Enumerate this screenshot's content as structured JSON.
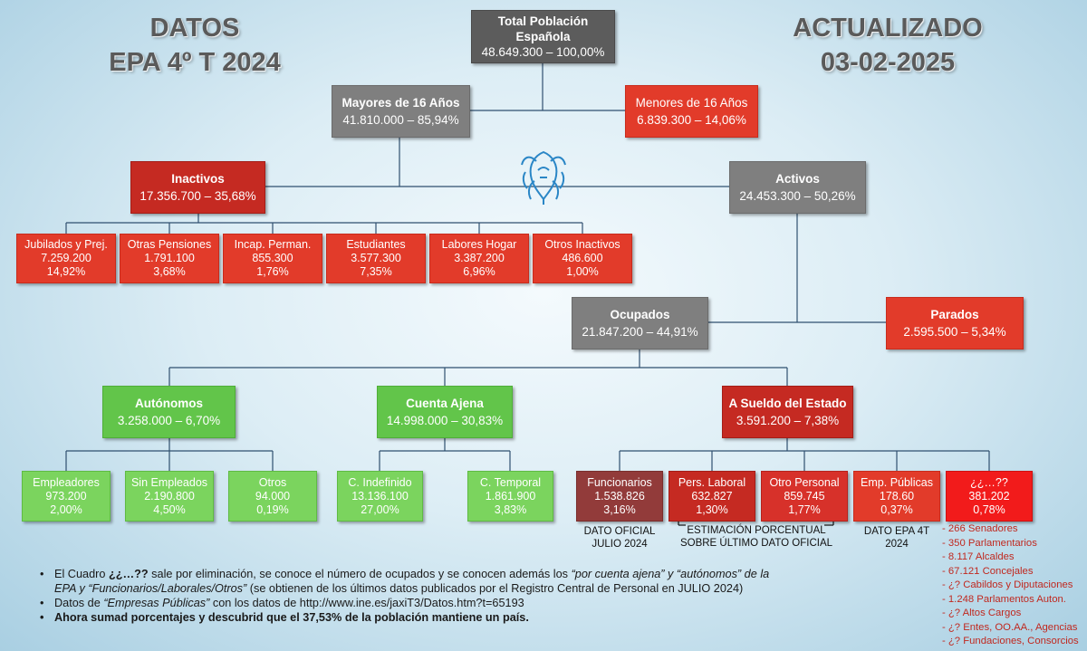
{
  "header": {
    "left_line1": "DATOS",
    "left_line2": "EPA 4º T 2024",
    "right_line1": "ACTUALIZADO",
    "right_line2": "03-02-2025"
  },
  "boxes": {
    "total": {
      "title": "Total Población Española",
      "value": "48.649.300 – 100,00%"
    },
    "mayores": {
      "title": "Mayores de 16 Años",
      "value": "41.810.000 – 85,94%"
    },
    "menores": {
      "title": "Menores de 16 Años",
      "value": "6.839.300 – 14,06%"
    },
    "inactivos": {
      "title": "Inactivos",
      "value": "17.356.700  –  35,68%"
    },
    "activos": {
      "title": "Activos",
      "value": "24.453.300 – 50,26%"
    },
    "ocupados": {
      "title": "Ocupados",
      "value": "21.847.200 – 44,91%"
    },
    "parados": {
      "title": "Parados",
      "value": "2.595.500 – 5,34%"
    },
    "autonomos": {
      "title": "Autónomos",
      "value": "3.258.000 – 6,70%"
    },
    "cuenta_ajena": {
      "title": "Cuenta Ajena",
      "value": "14.998.000 – 30,83%"
    },
    "sueldo_estado": {
      "title": "A Sueldo del Estado",
      "value": "3.591.200 – 7,38%"
    }
  },
  "inactivos_children": [
    {
      "label": "Jubilados y Prej.",
      "value": "7.259.200",
      "pct": "14,92%"
    },
    {
      "label": "Otras Pensiones",
      "value": "1.791.100",
      "pct": "3,68%"
    },
    {
      "label": "Incap. Perman.",
      "value": "855.300",
      "pct": "1,76%"
    },
    {
      "label": "Estudiantes",
      "value": "3.577.300",
      "pct": "7,35%"
    },
    {
      "label": "Labores Hogar",
      "value": "3.387.200",
      "pct": "6,96%"
    },
    {
      "label": "Otros Inactivos",
      "value": "486.600",
      "pct": "1,00%"
    }
  ],
  "autonomos_children": [
    {
      "label": "Empleadores",
      "value": "973.200",
      "pct": "2,00%"
    },
    {
      "label": "Sin Empleados",
      "value": "2.190.800",
      "pct": "4,50%"
    },
    {
      "label": "Otros",
      "value": "94.000",
      "pct": "0,19%"
    }
  ],
  "cuenta_ajena_children": [
    {
      "label": "C. Indefinido",
      "value": "13.136.100",
      "pct": "27,00%"
    },
    {
      "label": "C. Temporal",
      "value": "1.861.900",
      "pct": "3,83%"
    }
  ],
  "estado_children": [
    {
      "label": "Funcionarios",
      "value": "1.538.826",
      "pct": "3,16%"
    },
    {
      "label": "Pers. Laboral",
      "value": "632.827",
      "pct": "1,30%"
    },
    {
      "label": "Otro Personal",
      "value": "859.745",
      "pct": "1,77%"
    },
    {
      "label": "Emp. Públicas",
      "value": "178.60",
      "pct": "0,37%"
    },
    {
      "label": "¿¿…??",
      "value": "381.202",
      "pct": "0,78%"
    }
  ],
  "notes": {
    "dato_oficial": [
      "DATO OFICIAL",
      "JULIO 2024"
    ],
    "estimacion": [
      "ESTIMACIÓN PORCENTUAL",
      "SOBRE ÚLTIMO DATO OFICIAL"
    ],
    "dato_epa": [
      "DATO EPA 4T",
      "2024"
    ]
  },
  "side_list": [
    "- 266 Senadores",
    "- 350 Parlamentarios",
    "- 8.117 Alcaldes",
    "- 67.121 Concejales",
    "- ¿? Cabildos y Diputaciones",
    "- 1.248 Parlamentos Auton.",
    "- ¿? Altos Cargos",
    "- ¿? Entes, OO.AA., Agencias",
    "- ¿? Fundaciones, Consorcios"
  ],
  "bullets": {
    "b1_a": "El Cuadro ",
    "b1_b": "¿¿…??",
    "b1_c": " sale por eliminación, se conoce el número de ocupados y se conocen además los ",
    "b1_d": "“por cuenta ajena” y “autónomos” de la",
    "b1_e": "EPA  y “Funcionarios/Laborales/Otros”",
    "b1_f": " (se obtienen de los últimos datos publicados por el Registro Central de Personal en JULIO 2024)",
    "b2_a": "Datos de ",
    "b2_b": "“Empresas Públicas”",
    "b2_c": "  con los datos de http://www.ine.es/jaxiT3/Datos.htm?t=65193",
    "b3": "Ahora sumad porcentajes y descubrid que el 37,53% de la población mantiene un país."
  },
  "colors": {
    "gray": "#7f7f7f",
    "dark_gray": "#5c5c5c",
    "red": "#e23b2a",
    "green": "#62c54a",
    "light_green": "#7bd45e",
    "maroon": "#923b3a",
    "bright_red": "#f21b1b"
  }
}
